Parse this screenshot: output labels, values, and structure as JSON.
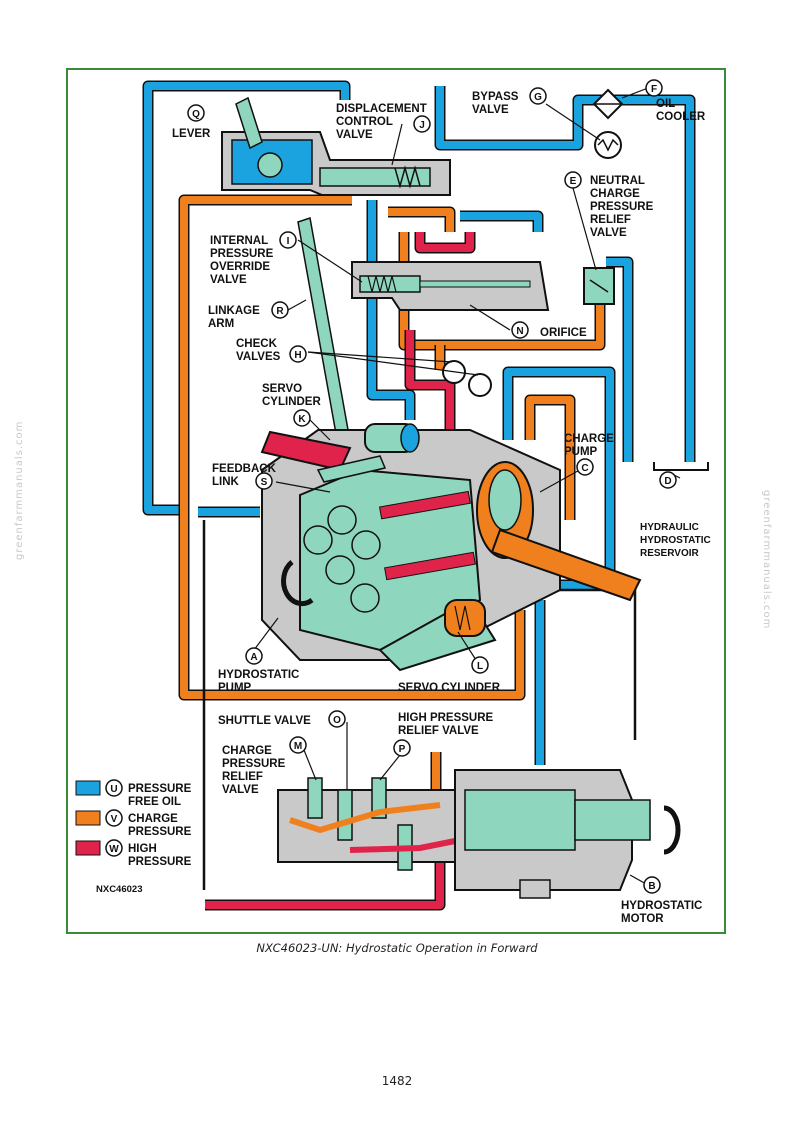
{
  "diagram": {
    "code": "NXC46023",
    "labels": {
      "lever": "LEVER",
      "displacement_1": "DISPLACEMENT",
      "displacement_2": "CONTROL",
      "displacement_3": "VALVE",
      "bypass_1": "BYPASS",
      "bypass_2": "VALVE",
      "oil_cooler_1": "OIL",
      "oil_cooler_2": "COOLER",
      "neutral_1": "NEUTRAL",
      "neutral_2": "CHARGE",
      "neutral_3": "PRESSURE",
      "neutral_4": "RELIEF",
      "neutral_5": "VALVE",
      "internal_1": "INTERNAL",
      "internal_2": "PRESSURE",
      "internal_3": "OVERRIDE",
      "internal_4": "VALVE",
      "linkage_1": "LINKAGE",
      "linkage_2": "ARM",
      "orifice": "ORIFICE",
      "check_1": "CHECK",
      "check_2": "VALVES",
      "servo_top_1": "SERVO",
      "servo_top_2": "CYLINDER",
      "charge_pump_1": "CHARGE",
      "charge_pump_2": "PUMP",
      "feedback_1": "FEEDBACK",
      "feedback_2": "LINK",
      "reservoir_1": "HYDRAULIC",
      "reservoir_2": "HYDROSTATIC",
      "reservoir_3": "RESERVOIR",
      "pump_1": "HYDROSTATIC",
      "pump_2": "PUMP",
      "servo_bottom": "SERVO CYLINDER",
      "shuttle": "SHUTTLE VALVE",
      "hprelief_1": "HIGH PRESSURE",
      "hprelief_2": "RELIEF VALVE",
      "cprelief_1": "CHARGE",
      "cprelief_2": "PRESSURE",
      "cprelief_3": "RELIEF",
      "cprelief_4": "VALVE",
      "motor_1": "HYDROSTATIC",
      "motor_2": "MOTOR"
    },
    "letters": {
      "A": "A",
      "B": "B",
      "C": "C",
      "D": "D",
      "E": "E",
      "F": "F",
      "G": "G",
      "H": "H",
      "I": "I",
      "J": "J",
      "K": "K",
      "L": "L",
      "M": "M",
      "N": "N",
      "O": "O",
      "P": "P",
      "Q": "Q",
      "R": "R",
      "S": "S",
      "U": "U",
      "V": "V",
      "W": "W"
    },
    "legend": [
      {
        "letter": "U",
        "line1": "PRESSURE",
        "line2": "FREE OIL",
        "color": "#1ba3e0"
      },
      {
        "letter": "V",
        "line1": "CHARGE",
        "line2": "PRESSURE",
        "color": "#f0801e"
      },
      {
        "letter": "W",
        "line1": "HIGH",
        "line2": "PRESSURE",
        "color": "#e0234a"
      }
    ],
    "colors": {
      "free_oil": "#1ba3e0",
      "charge": "#f0801e",
      "high": "#e0234a",
      "component": "#8fd6bf",
      "housing": "#c9c9c9",
      "frame": "#3a8a3a"
    }
  },
  "caption": "NXC46023-UN: Hydrostatic Operation in Forward",
  "page_number": "1482",
  "watermark": "greenfarmmanuals.com"
}
